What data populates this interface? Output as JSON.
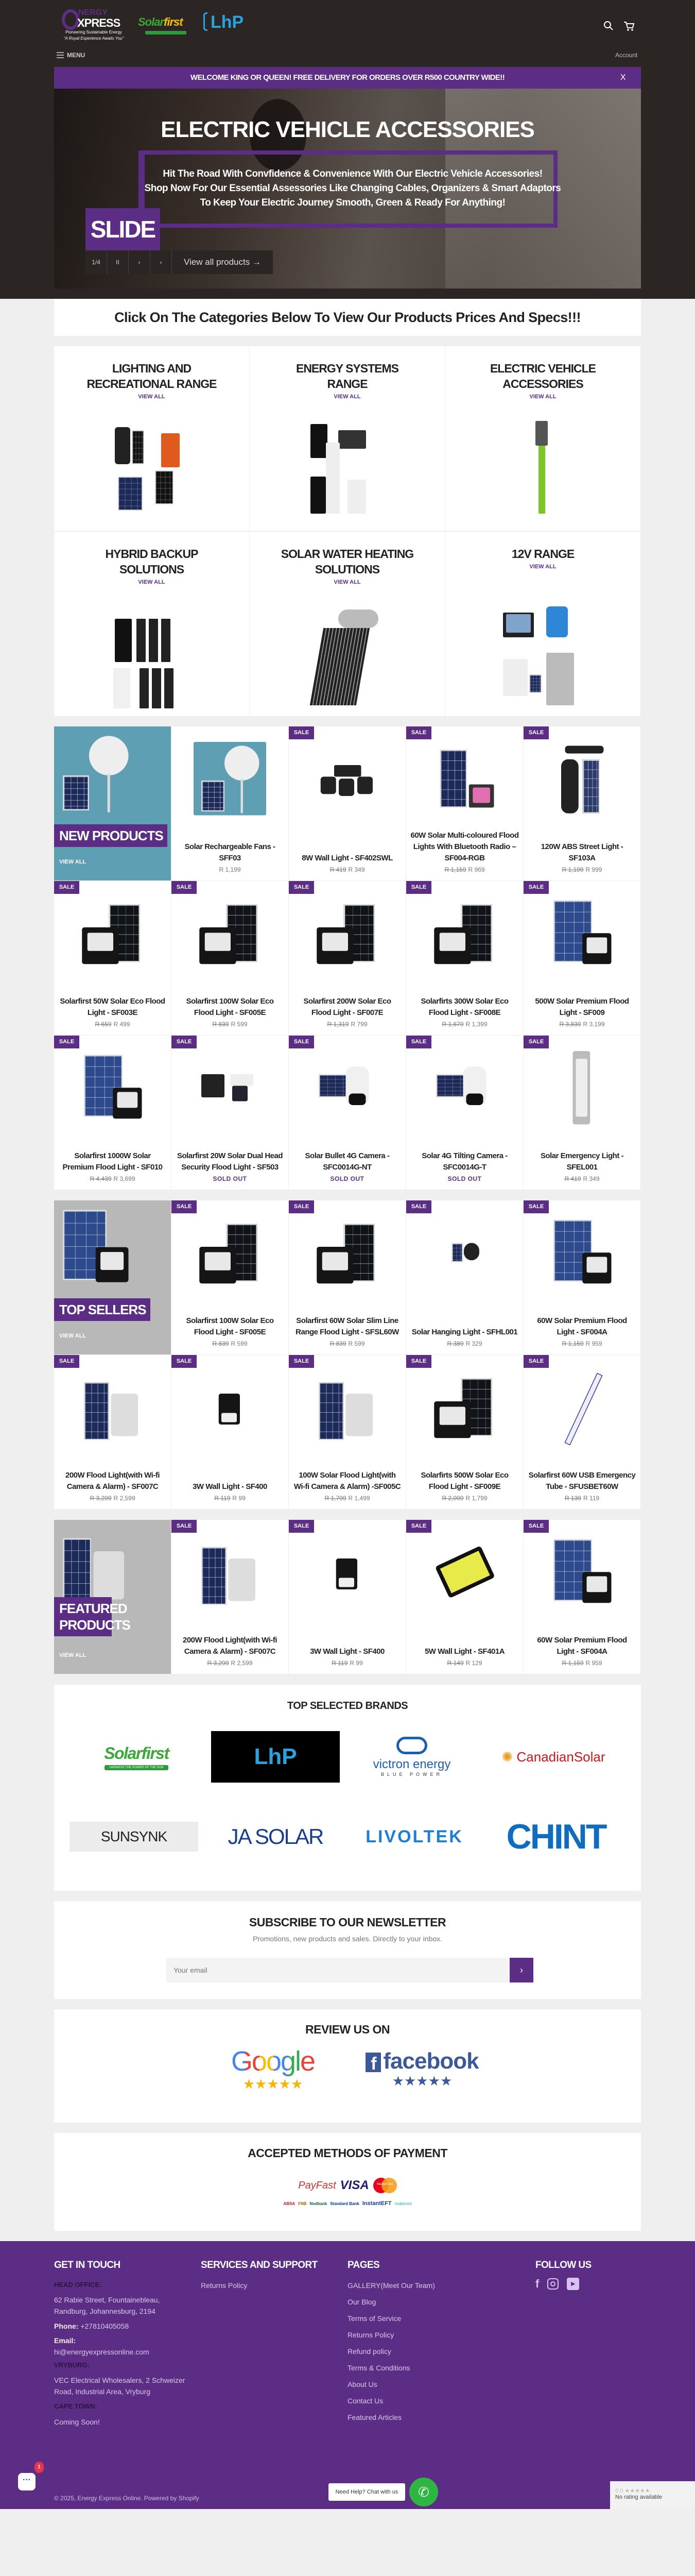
{
  "header": {
    "logo_main": {
      "top": "NERGY",
      "name": "XPRESS",
      "tagline": "Pioneering Sustainable Energy",
      "slogan": "\"A Royal Experience Awaits You\""
    },
    "logo_solarfirst": {
      "name_a": "Solar",
      "name_b": "first"
    },
    "logo_lhp": "LhP",
    "search_icon": "search-icon",
    "cart_icon": "cart-icon",
    "menu_label": "MENU",
    "account_label": "Account"
  },
  "announcement": {
    "text": "WELCOME KING OR QUEEN! FREE DELIVERY FOR ORDERS OVER R500 COUNTRY WIDE!!",
    "close": "X"
  },
  "hero": {
    "title": "ELECTRIC VEHICLE ACCESSORIES",
    "lines": [
      "Hit The Road With Convfidence & Convenience With Our Electric Vehicle Accessories!",
      "Shop Now For Our Essential Assessories Like Changing Cables, Organizers & Smart Adaptors",
      "To Keep Your Electric Journey Smooth, Green & Ready For Anything!"
    ],
    "slide_label": "SLIDE",
    "counter": "1/4",
    "pause": "II",
    "prev": "‹",
    "next": "›",
    "view_all": "View all products →"
  },
  "categories_intro": "Click On The Categories Below To View Our Products Prices And Specs!!!",
  "categories": [
    {
      "title": "LIGHTING AND RECREATIONAL RANGE",
      "link": "VIEW ALL",
      "image": "lighting"
    },
    {
      "title": "ENERGY SYSTEMS RANGE",
      "link": "VIEW ALL",
      "image": "energy"
    },
    {
      "title": "ELECTRIC VEHICLE ACCESSORIES",
      "link": "VIEW ALL",
      "image": "ev"
    },
    {
      "title": "HYBRID BACKUP SOLUTIONS",
      "link": "VIEW ALL",
      "image": "hybrid"
    },
    {
      "title": "SOLAR WATER HEATING SOLUTIONS",
      "link": "VIEW ALL",
      "image": "geyser"
    },
    {
      "title": "12V RANGE",
      "link": "VIEW ALL",
      "image": "12v"
    }
  ],
  "collections": [
    {
      "title": "NEW PRODUCTS",
      "link": "VIEW ALL",
      "image": "fan",
      "products": [
        {
          "title": "Solar Rechargeable Fans - SFF03",
          "price": "R 1,199",
          "sale": false,
          "image": "fan"
        },
        {
          "title": "8W Wall Light - SF402SWL",
          "old": "R 419",
          "price": "R 349",
          "sale": true,
          "badge": "SALE",
          "image": "wall3"
        },
        {
          "title": "60W Solar Multi-coloured Flood Lights With Bluetooth Radio – SF004-RGB",
          "old": "R 1,159",
          "price": "R 969",
          "sale": true,
          "badge": "SALE",
          "image": "rgb"
        },
        {
          "title": "120W ABS Street Light - SF103A",
          "old": "R 1,199",
          "price": "R 999",
          "sale": true,
          "badge": "SALE",
          "image": "street"
        },
        {
          "title": "Solarfirst 50W Solar Eco Flood Light - SF003E",
          "old": "R 659",
          "price": "R 499",
          "sale": true,
          "badge": "SALE",
          "image": "flood"
        },
        {
          "title": "Solarfirst 100W Solar Eco Flood Light - SF005E",
          "old": "R 839",
          "price": "R 599",
          "sale": true,
          "badge": "SALE",
          "image": "flood"
        },
        {
          "title": "Solarfirst 200W Solar Eco Flood Light - SF007E",
          "old": "R 1,319",
          "price": "R 799",
          "sale": true,
          "badge": "SALE",
          "image": "flood"
        },
        {
          "title": "Solarfirts 300W Solar Eco Flood Light - SF008E",
          "old": "R 1,679",
          "price": "R 1,399",
          "sale": true,
          "badge": "SALE",
          "image": "flood"
        },
        {
          "title": "500W Solar Premium Flood Light - SF009",
          "old": "R 3,839",
          "price": "R 3,199",
          "sale": true,
          "badge": "SALE",
          "image": "premium"
        },
        {
          "title": "Solarfirst 1000W Solar Premium Flood Light - SF010",
          "old": "R 4,439",
          "price": "R 3,699",
          "sale": true,
          "badge": "SALE",
          "image": "premium"
        },
        {
          "title": "Solarfirst 20W Solar Dual Head Security Flood Light - SF503",
          "sold_out": "SOLD OUT",
          "sale": true,
          "badge": "SALE",
          "image": "security"
        },
        {
          "title": "Solar Bullet 4G Camera - SFC0014G-NT",
          "sold_out": "SOLD OUT",
          "sale": true,
          "badge": "SALE",
          "image": "camera"
        },
        {
          "title": "Solar 4G Tilting Camera - SFC0014G-T",
          "sold_out": "SOLD OUT",
          "sale": true,
          "badge": "SALE",
          "image": "camera"
        },
        {
          "title": "Solar Emergency Light - SFEL001",
          "old": "R 419",
          "price": "R 349",
          "sale": true,
          "badge": "SALE",
          "image": "emergency"
        }
      ]
    },
    {
      "title": "TOP SELLERS",
      "link": "VIEW ALL",
      "image": "premium",
      "products": [
        {
          "title": "Solarfirst 100W Solar Eco Flood Light - SF005E",
          "old": "R 839",
          "price": "R 599",
          "sale": true,
          "badge": "SALE",
          "image": "flood"
        },
        {
          "title": "Solarfirst 60W Solar Slim Line Range Flood Light - SFSL60W",
          "old": "R 839",
          "price": "R 599",
          "sale": true,
          "badge": "SALE",
          "image": "flood"
        },
        {
          "title": "Solar Hanging Light - SFHL001",
          "old": "R 389",
          "price": "R 329",
          "sale": true,
          "badge": "SALE",
          "image": "hanging"
        },
        {
          "title": "60W Solar Premium Flood Light - SF004A",
          "old": "R 1,159",
          "price": "R 959",
          "sale": true,
          "badge": "SALE",
          "image": "premium"
        },
        {
          "title": "200W Flood Light(with Wi-fi Camera & Alarm) - SF007C",
          "old": "R 3,299",
          "price": "R 2,599",
          "sale": true,
          "badge": "SALE",
          "image": "wifi"
        },
        {
          "title": "3W Wall Light - SF400",
          "old": "R 119",
          "price": "R 99",
          "sale": true,
          "badge": "SALE",
          "image": "wall"
        },
        {
          "title": "100W Solar Flood Light(with Wi-fi Camera & Alarm) -SF005C",
          "old": "R 1,799",
          "price": "R 1,499",
          "sale": true,
          "badge": "SALE",
          "image": "wifi"
        },
        {
          "title": "Solarfirts 500W Solar Eco Flood Light - SF009E",
          "old": "R 2,099",
          "price": "R 1,799",
          "sale": true,
          "badge": "SALE",
          "image": "flood"
        },
        {
          "title": "Solarfirst 60W USB Emergency Tube - SFUSBET60W",
          "old": "R 139",
          "price": "R 119",
          "sale": true,
          "badge": "SALE",
          "image": "tube"
        }
      ]
    },
    {
      "title": "FEATURED PRODUCTS",
      "link": "VIEW ALL",
      "image": "wifi",
      "products": [
        {
          "title": "200W Flood Light(with Wi-fi Camera & Alarm) - SF007C",
          "old": "R 3,299",
          "price": "R 2,599",
          "sale": true,
          "badge": "SALE",
          "image": "wifi"
        },
        {
          "title": "3W Wall Light - SF400",
          "old": "R 119",
          "price": "R 99",
          "sale": true,
          "badge": "SALE",
          "image": "wall"
        },
        {
          "title": "5W Wall Light - SF401A",
          "old": "R 149",
          "price": "R 129",
          "sale": true,
          "badge": "SALE",
          "image": "wall2"
        },
        {
          "title": "60W Solar Premium Flood Light - SF004A",
          "old": "R 1,159",
          "price": "R 959",
          "sale": true,
          "badge": "SALE",
          "image": "premium"
        }
      ]
    }
  ],
  "brands": {
    "title": "TOP SELECTED BRANDS",
    "items": [
      "Solarfirst",
      "LhP",
      "victron energy",
      "CanadianSolar",
      "SUNSYNK",
      "JA SOLAR",
      "LIVOLTEK",
      "CHINT"
    ],
    "victron_sub": "BLUE POWER",
    "solarfirst_sub": "HARNESS THE POWER OF THE SUN"
  },
  "newsletter": {
    "title": "SUBSCRIBE TO OUR NEWSLETTER",
    "subtitle": "Promotions, new products and sales. Directly to your inbox.",
    "placeholder": "Your email",
    "submit": "›"
  },
  "review": {
    "title": "REVIEW US ON",
    "google": "Google",
    "facebook": "facebook",
    "google_stars": 5,
    "facebook_stars": 5
  },
  "payment": {
    "title": "ACCEPTED METHODS OF PAYMENT",
    "row1": [
      "PayFast",
      "VISA",
      "MasterCard"
    ],
    "row2": [
      "ABSA",
      "FNB",
      "Nedbank",
      "Standard Bank",
      "InstantEFT",
      "mobicred"
    ]
  },
  "footer": {
    "get_in_touch": {
      "title": "GET IN TOUCH",
      "head_office_label": "HEAD OFFICE:",
      "head_office_address": "62 Rabie Street, Fountainebleau, Randburg, Johannesburg, 2194",
      "phone_label": "Phone:",
      "phone": "+27810405058",
      "email_label": "Email:",
      "email": "hi@energyexpressonline.com",
      "vryburg_label": "VRYBURG:",
      "vryburg_address": "VEC Electrical Wholesalers, 2 Schweizer Road, Industrial Area, Vryburg",
      "cape_town_label": "CAPE TOWN:",
      "cape_town": "Coming Soon!"
    },
    "services": {
      "title": "SERVICES AND SUPPORT",
      "links": [
        "Returns Policy"
      ]
    },
    "pages": {
      "title": "PAGES",
      "links": [
        "GALLERY(Meet Our Team)",
        "Our Blog",
        "Terms of Service",
        "Returns Policy",
        "Refund policy",
        "Terms & Conditions",
        "About Us",
        "Contact Us",
        "Featured Articles"
      ]
    },
    "follow": {
      "title": "FOLLOW US",
      "icons": [
        "facebook-icon",
        "instagram-icon",
        "youtube-icon"
      ]
    },
    "copyright": "© 2025, Energy Express Online. Powered by Shopify"
  },
  "widgets": {
    "chat_badge": "1",
    "whatsapp_label": "Need Help? Chat with us",
    "rating_score": "0.0",
    "rating_text": "No rating available"
  },
  "colors": {
    "brand_purple": "#5c2d84",
    "header_dark": "#2b2523",
    "page_bg": "#efefef"
  }
}
